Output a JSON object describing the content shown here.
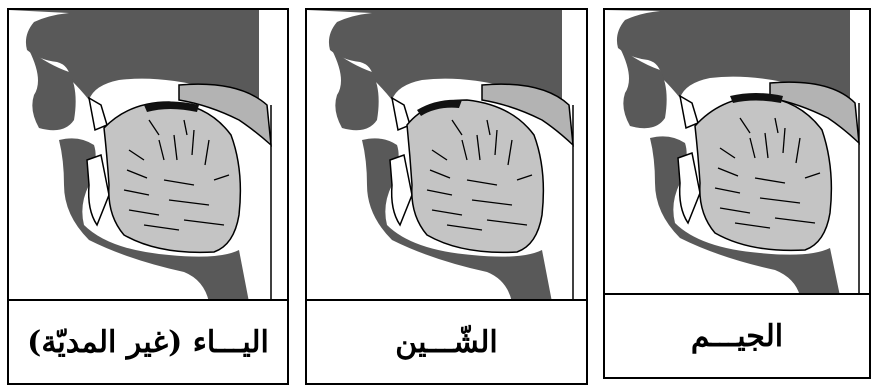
{
  "panels": [
    {
      "id": "ya",
      "label": "اليـــاء (غير المديّة)",
      "contact_zone": "mid-palate"
    },
    {
      "id": "shin",
      "label": "الشّـــين",
      "contact_zone": "front-palate"
    },
    {
      "id": "jim",
      "label": "الجيـــم",
      "contact_zone": "mid-palate"
    }
  ],
  "colors": {
    "face": "#595959",
    "palate": "#b3b3b3",
    "tongue": "#c4c4c4",
    "outline": "#000000",
    "contact": "#111111"
  }
}
